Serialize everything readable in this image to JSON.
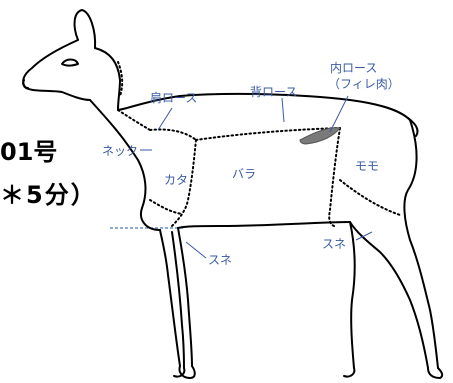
{
  "background_fragments": {
    "line1": "01号",
    "line2": "＊5分）"
  },
  "labels": {
    "katarosu": "肩ロース",
    "serosu": "背ロース",
    "uchirosu_line1": "内ロース",
    "uchirosu_line2": "（フィレ肉）",
    "neck": "ネック",
    "kata": "カタ",
    "bara": "バラ",
    "momo": "モモ",
    "sune_front": "スネ",
    "sune_back": "スネ"
  },
  "colors": {
    "outline": "#000000",
    "cut_line": "#000000",
    "label": "#3a5aa6",
    "leader": "#3a5aa6",
    "fillet_fill": "#7a7a7a",
    "dashed_rule": "#4a7ac0"
  }
}
